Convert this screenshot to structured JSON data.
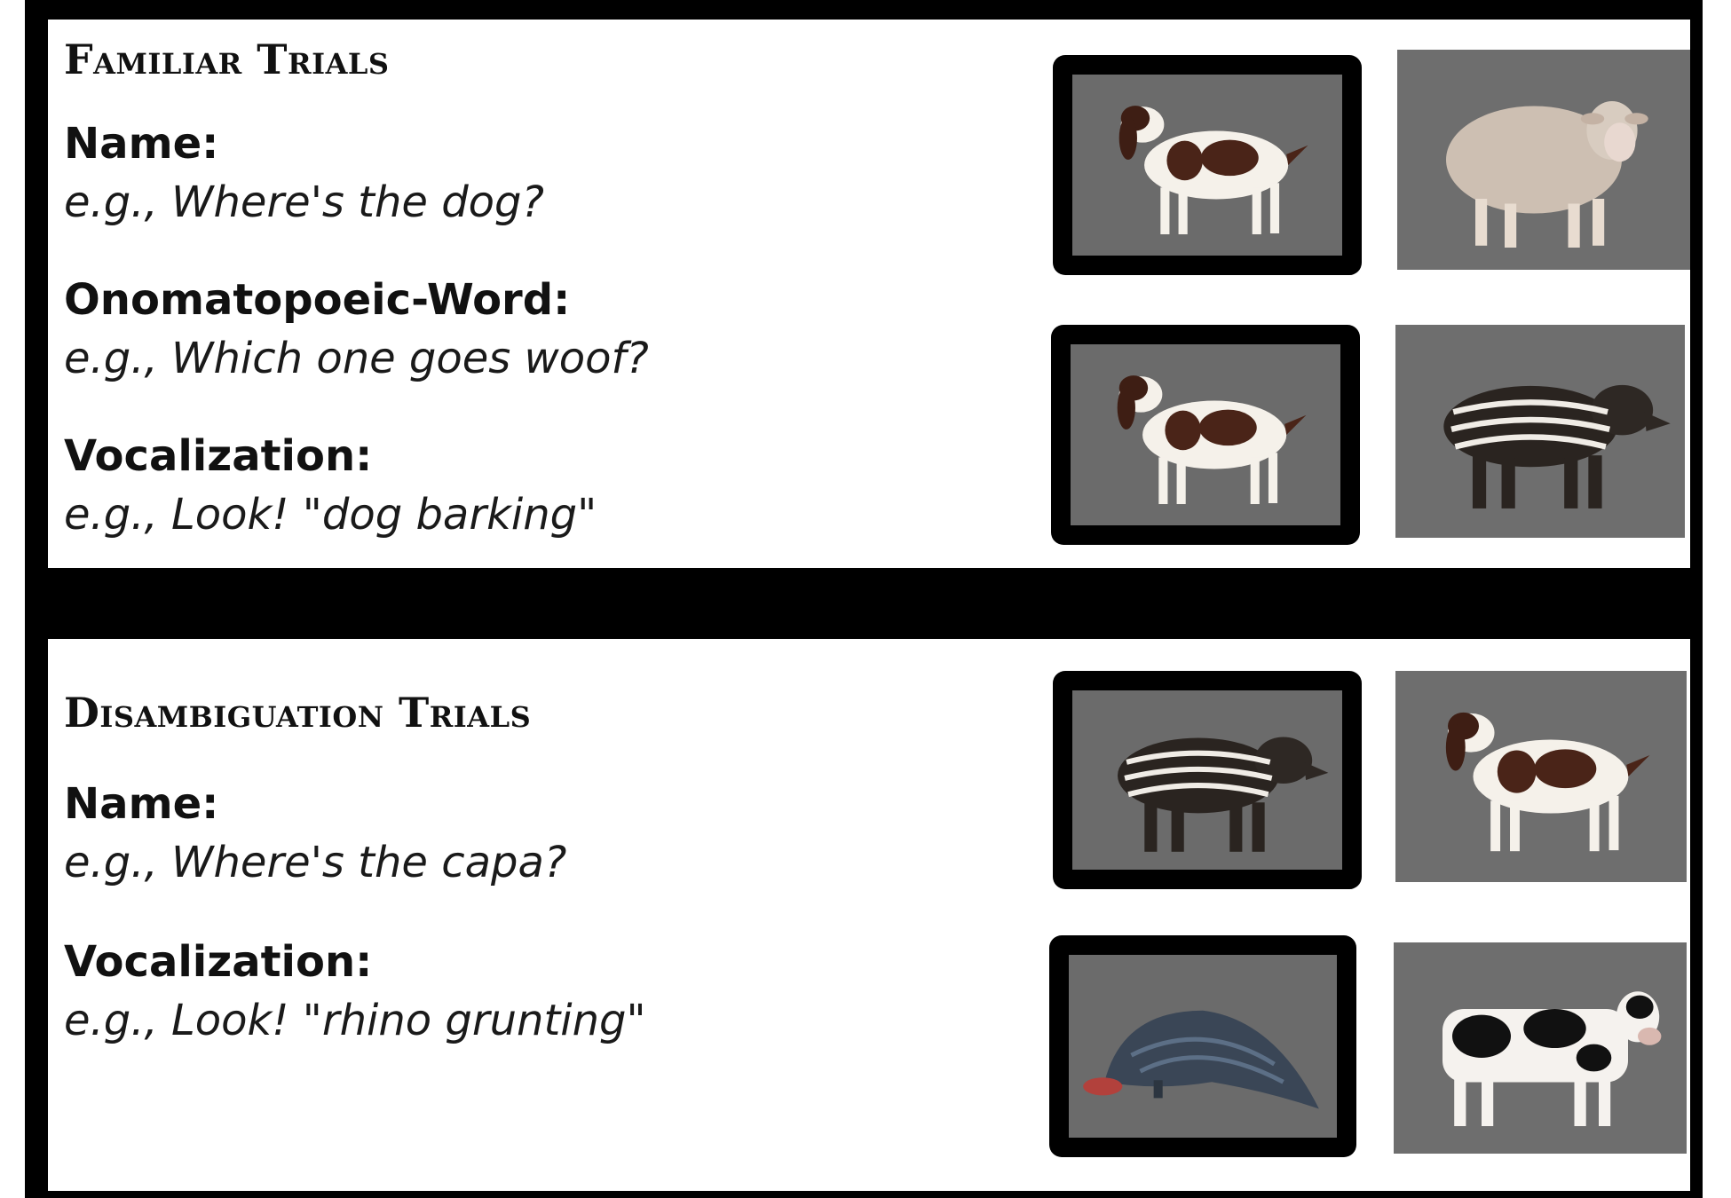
{
  "familiar": {
    "title": "Familiar Trials",
    "conditions": [
      {
        "label": "Name:",
        "example": "e.g., Where's the dog?"
      },
      {
        "label": "Onomatopoeic-Word:",
        "example": "e.g., Which one goes woof?"
      },
      {
        "label": "Vocalization:",
        "example": "e.g., Look! \"dog barking\""
      }
    ],
    "image_pairs": [
      {
        "target": "dog",
        "distractor": "sheep"
      },
      {
        "target": "dog",
        "distractor": "tapir"
      }
    ]
  },
  "disambiguation": {
    "title": "Disambiguation Trials",
    "conditions": [
      {
        "label": "Name:",
        "example": "e.g., Where's the capa?"
      },
      {
        "label": "Vocalization:",
        "example": "e.g., Look! \"rhino grunting\""
      }
    ],
    "image_pairs": [
      {
        "target": "tapir",
        "distractor": "dog"
      },
      {
        "target": "pangolin",
        "distractor": "cow"
      }
    ]
  },
  "colors": {
    "background": "#000000",
    "panel": "#ffffff",
    "stimulus_background": "#6e6e6e",
    "target_border": "#000000"
  }
}
